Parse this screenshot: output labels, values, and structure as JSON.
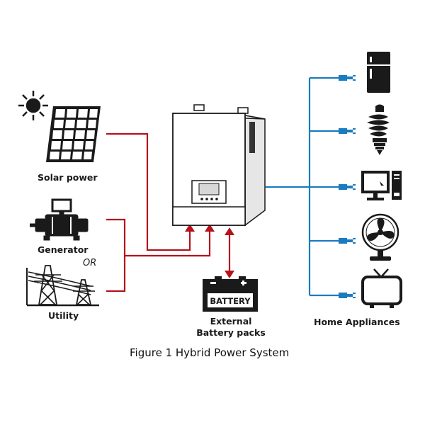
{
  "labels": {
    "solar": "Solar power",
    "generator": "Generator",
    "or": "OR",
    "utility": "Utility",
    "battery_line1": "External",
    "battery_line2": "Battery packs",
    "battery_box": "BATTERY",
    "appliances": "Home Appliances"
  },
  "caption": "Figure 1 Hybrid Power System",
  "colors": {
    "input_line": "#b5121b",
    "output_line": "#1a7bbf",
    "icon": "#1a1a1a"
  },
  "icons": [
    "sun-icon",
    "solar-panel-icon",
    "generator-icon",
    "utility-tower-icon",
    "inverter-icon",
    "battery-icon",
    "fridge-icon",
    "bulb-icon",
    "computer-icon",
    "fan-icon",
    "tv-icon",
    "plug-icon"
  ]
}
